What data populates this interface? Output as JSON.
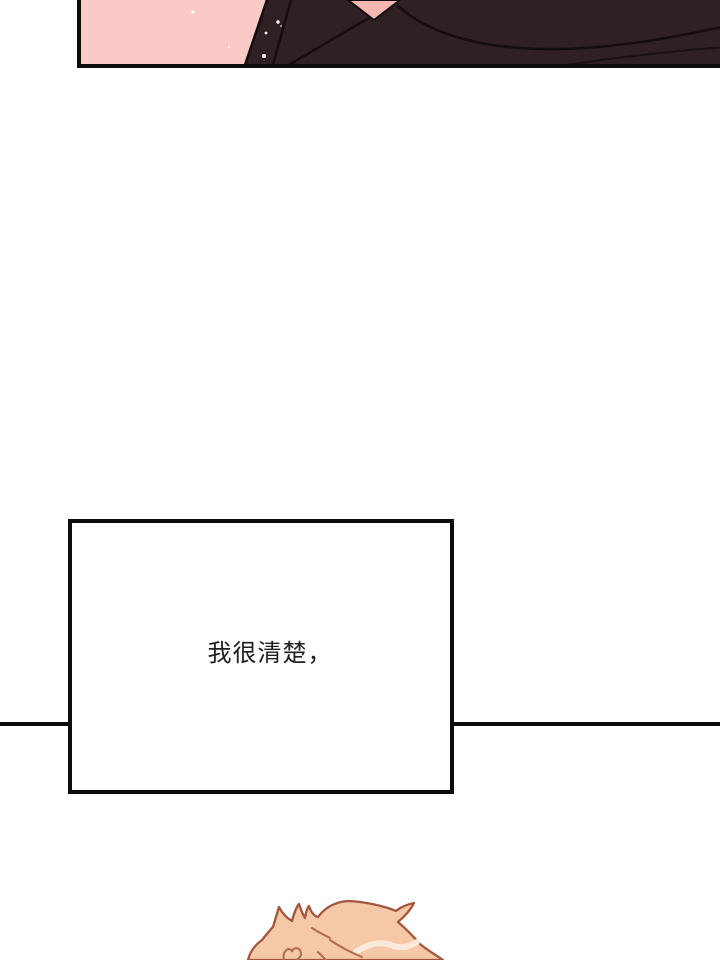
{
  "page": {
    "kind": "webtoon-comic-page",
    "background": "#ffffff"
  },
  "top_panel": {
    "description": "close-up of a dark-suited shoulder against a pink background with tiny sparkles",
    "border_color": "#0e0b0b",
    "background": "#f9cac6",
    "suit_color": "#2f2123",
    "skin_color": "#f3b8af",
    "line_color": "#140d0e",
    "sparkle_color": "#ffffff"
  },
  "divider": {
    "color": "#0e0b0b"
  },
  "speech_box": {
    "text": "我很清楚，",
    "text_color": "#1f1f1f",
    "background": "#ffffff",
    "border_color": "#0e0b0b"
  },
  "bottom_figure": {
    "description": "top of a head with fluffy peach hair entering from the bottom edge",
    "hair_fill": "#f5c9a7",
    "hair_outline": "#a5553e",
    "hair_inner_line": "#b06a4e",
    "hair_highlight": "#fbeadb"
  }
}
